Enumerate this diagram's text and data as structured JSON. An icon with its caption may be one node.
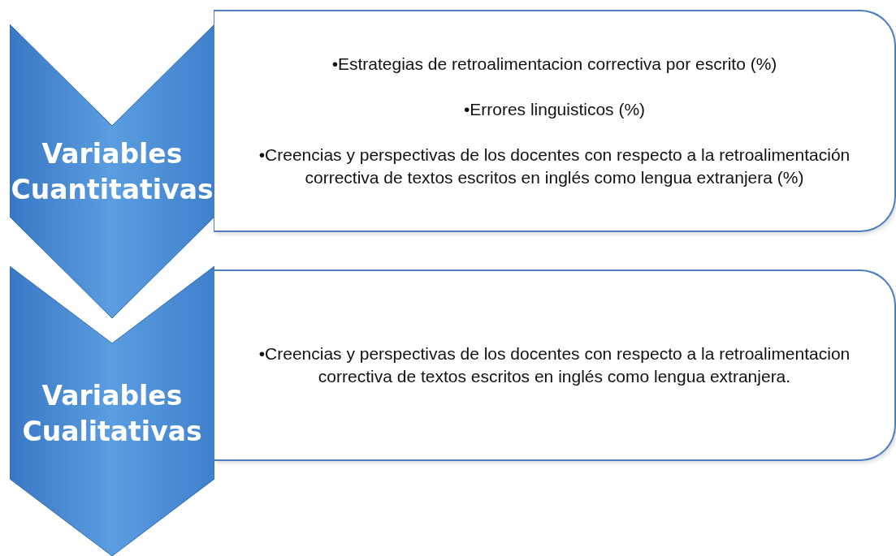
{
  "diagram": {
    "nodes": [
      {
        "text": [
          "Variables Cuantitativas"
        ]
      },
      {
        "text": [
          "•Estrategias de retroalimentacion correctiva por escrito (%)",
          "•Errores linguisticos (%)",
          "•Creencias y perspectivas de los docentes con respecto a la retroalimentación correctiva de textos escritos en inglés como lengua extranjera (%)"
        ]
      },
      {
        "text": [
          "Variables Cualitativas"
        ]
      },
      {
        "text": [
          "•Creencias y perspectivas de los docentes con respecto a la retroalimentacion correctiva de textos escritos en inglés como lengua extranjera."
        ]
      }
    ]
  }
}
